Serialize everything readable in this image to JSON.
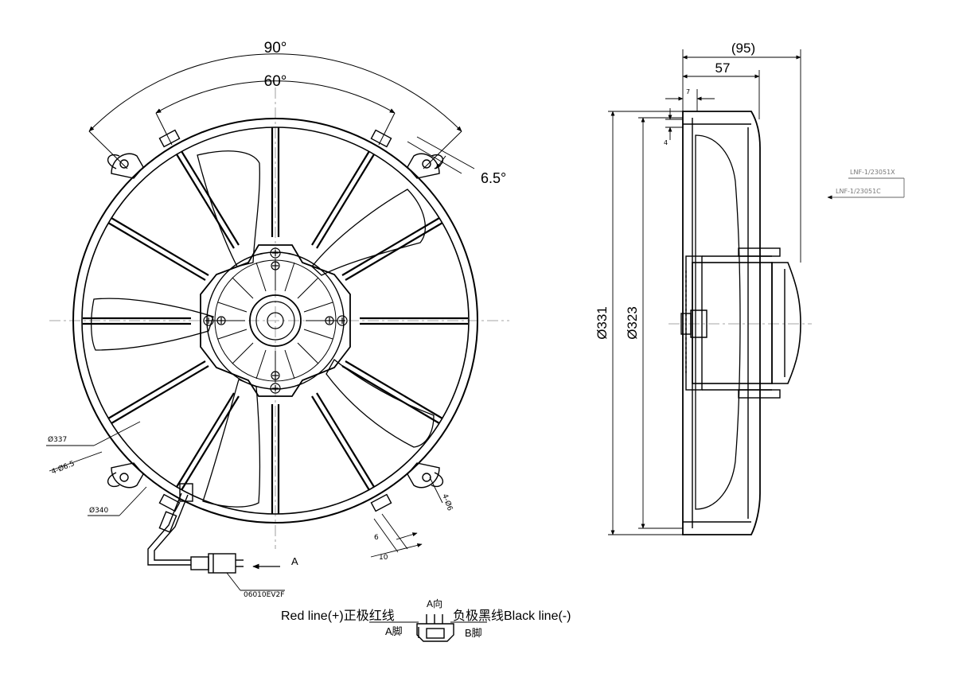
{
  "front_view": {
    "dimensions": {
      "angle_90": "90°",
      "angle_60": "60°",
      "angle_6_5": "6.5°",
      "dia_337": "Ø337",
      "holes_4_d6_5": "4-Ø6.5",
      "dia_340": "Ø340",
      "holes_4_d6": "4-Ø6",
      "dim_6": "6",
      "dim_10": "10"
    },
    "view_arrow_label": "A",
    "connector_part_no": "06010EV2F"
  },
  "side_view": {
    "dimensions": {
      "overall_depth": "(95)",
      "depth_57": "57",
      "dim_7": "7",
      "dim_4": "4",
      "dia_331": "Ø331",
      "dia_323": "Ø323"
    },
    "part_label_1": "LNF-1/23051X",
    "part_label_2": "LNF-1/23051C"
  },
  "wiring_legend": {
    "red_line": "Red line(+)正极红线",
    "black_line": "负极黑线Black line(-)",
    "view_a": "A向",
    "pin_a": "A脚",
    "pin_b": "B脚"
  },
  "colors": {
    "line": "#000000",
    "centerline": "#888888",
    "background": "#ffffff"
  }
}
